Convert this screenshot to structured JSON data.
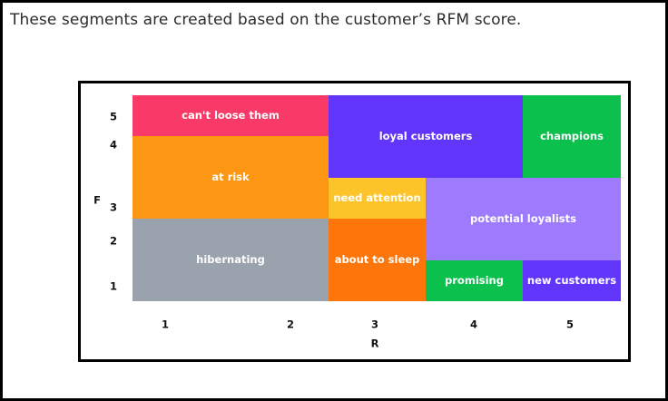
{
  "intro_text": "These segments are created based on the customer’s RFM score.",
  "chart_data": {
    "type": "heatmap",
    "xlabel": "R",
    "ylabel": "F",
    "x_ticks": [
      1,
      2,
      3,
      4,
      5
    ],
    "y_ticks": [
      1,
      2,
      3,
      4,
      5
    ],
    "segments": [
      {
        "name": "can't loose them",
        "color": "#F93A68",
        "r": [
          1,
          2
        ],
        "f": [
          5,
          5
        ]
      },
      {
        "name": "at risk",
        "color": "#FD9612",
        "r": [
          1,
          2
        ],
        "f": [
          3,
          4
        ]
      },
      {
        "name": "hibernating",
        "color": "#9AA2AE",
        "r": [
          1,
          2
        ],
        "f": [
          1,
          2
        ]
      },
      {
        "name": "loyal customers",
        "color": "#6236FA",
        "r": [
          3,
          4
        ],
        "f": [
          4,
          5
        ]
      },
      {
        "name": "champions",
        "color": "#0CC04E",
        "r": [
          5,
          5
        ],
        "f": [
          4,
          5
        ]
      },
      {
        "name": "need attention",
        "color": "#FDC42A",
        "r": [
          3,
          3
        ],
        "f": [
          3,
          3
        ]
      },
      {
        "name": "potential loyalists",
        "color": "#9E7AFC",
        "r": [
          4,
          5
        ],
        "f": [
          2,
          3
        ]
      },
      {
        "name": "about to sleep",
        "color": "#FD760B",
        "r": [
          3,
          3
        ],
        "f": [
          1,
          2
        ]
      },
      {
        "name": "promising",
        "color": "#0CC04E",
        "r": [
          4,
          4
        ],
        "f": [
          1,
          1
        ]
      },
      {
        "name": "new customers",
        "color": "#6236FA",
        "r": [
          5,
          5
        ],
        "f": [
          1,
          1
        ]
      }
    ]
  }
}
